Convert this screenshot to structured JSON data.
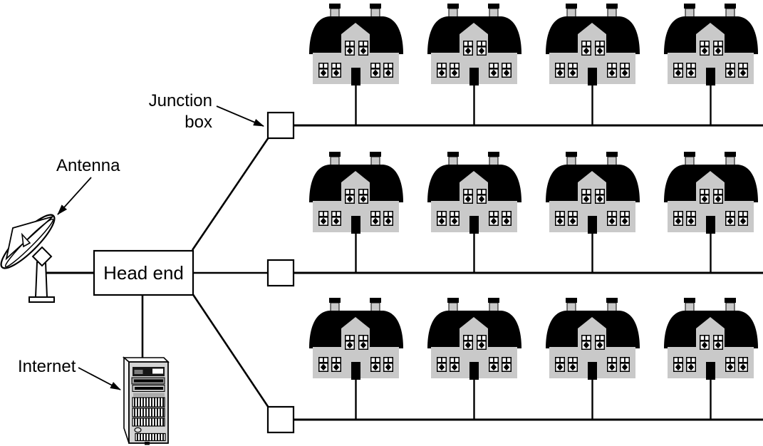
{
  "labels": {
    "junction_box": {
      "line1": "Junction",
      "line2": "box"
    },
    "antenna": "Antenna",
    "head_end": "Head end",
    "internet": "Internet"
  },
  "structure": {
    "house_rows": 3,
    "houses_per_row": 4,
    "total_houses": 12,
    "junction_box_count": 3
  },
  "colors": {
    "background": "#ffffff",
    "line": "#000000",
    "roof": "#000000",
    "house_body": "#c9c9c9",
    "server_front": "#d4d4d4"
  }
}
